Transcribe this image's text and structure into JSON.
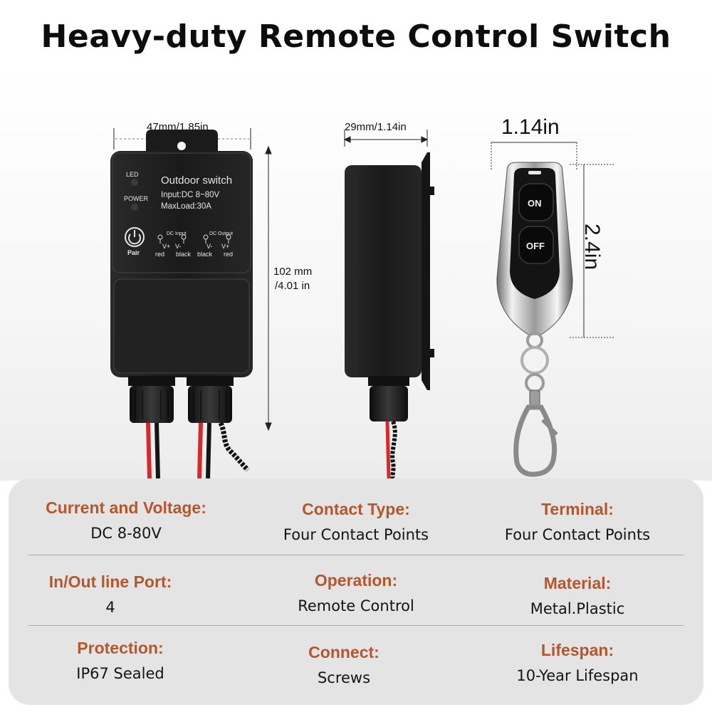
{
  "title": "Heavy-duty Remote Control Switch",
  "dimensions": {
    "front_width": "47mm/1.85in",
    "front_height_line1": "102 mm",
    "front_height_line2": "/4.01 in",
    "side_depth": "29mm/1.14in",
    "remote_width": "1.14in",
    "remote_height": "2.4in"
  },
  "device": {
    "led_label": "LED",
    "power_label": "POWER",
    "name": "Outdoor  switch",
    "input": "Input:DC 8~80V",
    "max_load": "MaxLoad:30A",
    "pair_label": "Pair",
    "dc_input_label": "DC Input",
    "dc_output_label": "DC Output",
    "v_plus": "V+",
    "v_minus": "V-",
    "red": "red",
    "black": "black"
  },
  "remote": {
    "on_label": "ON",
    "off_label": "OFF"
  },
  "specs": [
    {
      "label": "Current and Voltage:",
      "value": "DC  8-80V"
    },
    {
      "label": "Contact Type:",
      "value": "Four Contact Points"
    },
    {
      "label": "Terminal:",
      "value": "Four Contact Points"
    },
    {
      "label": "In/Out line Port:",
      "value": "4"
    },
    {
      "label": "Operation:",
      "value": "Remote Control"
    },
    {
      "label": "Material:",
      "value": "Metal.Plastic"
    },
    {
      "label": "Protection:",
      "value": "IP67 Sealed"
    },
    {
      "label": "Connect:",
      "value": "Screws"
    },
    {
      "label": "Lifespan:",
      "value": "10-Year Lifespan"
    }
  ],
  "colors": {
    "label_accent": "#b5572d",
    "panel_bg": "#e4e4e4",
    "device_body": "#1c1c1c"
  }
}
